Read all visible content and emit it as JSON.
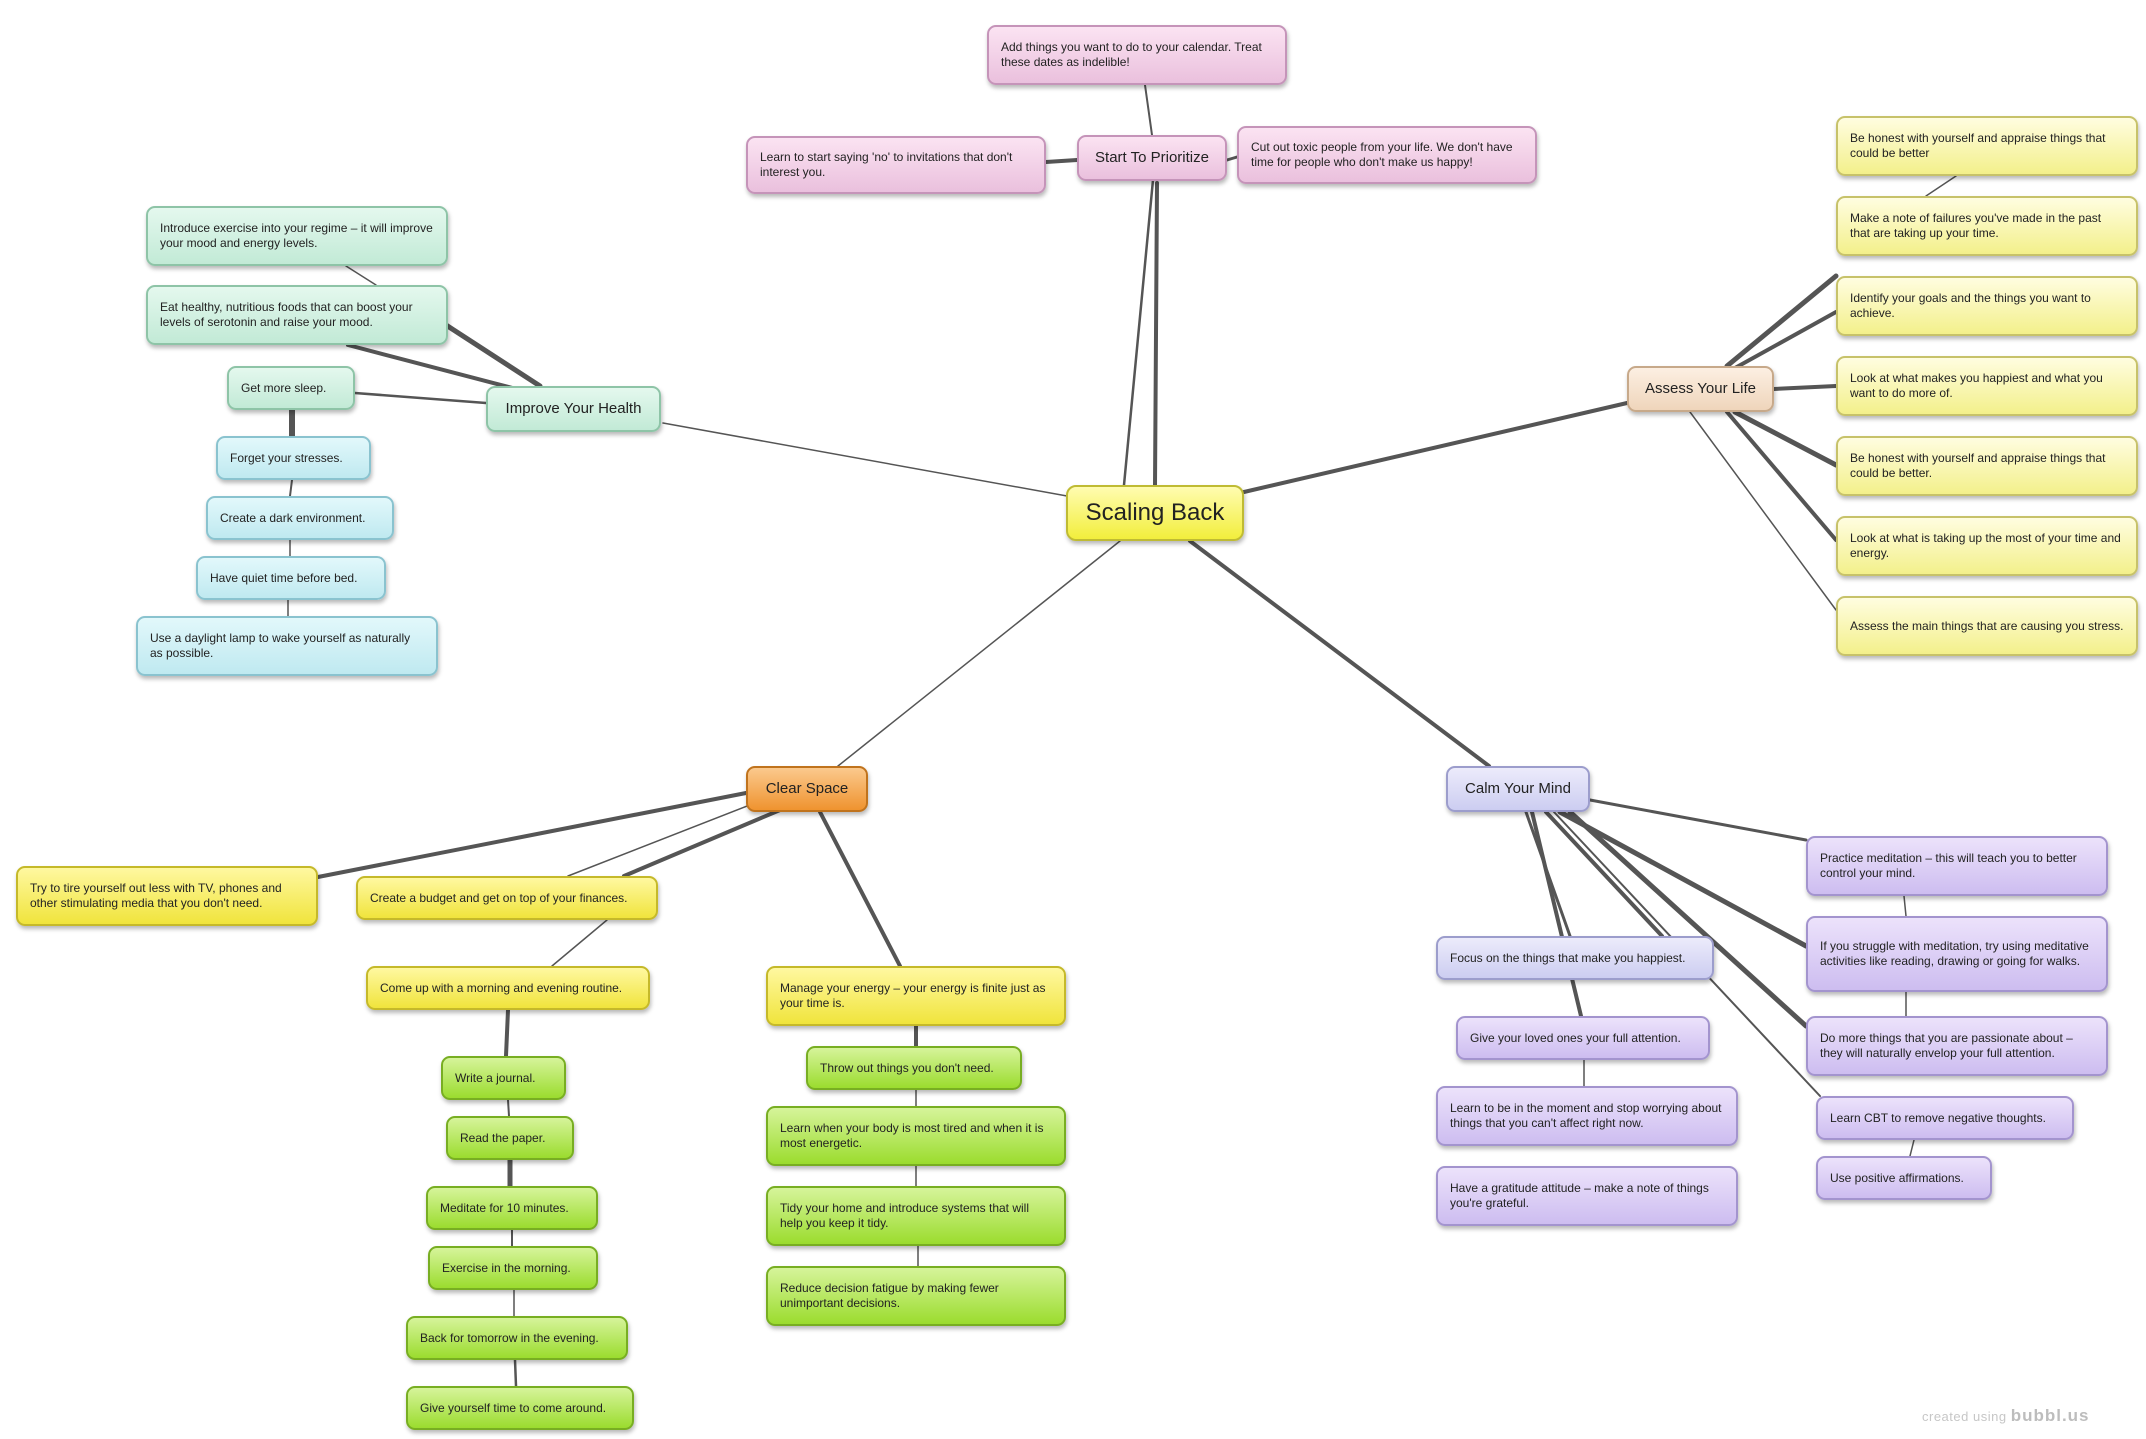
{
  "root": {
    "label": "Scaling Back"
  },
  "branches": {
    "prioritize": {
      "label": "Start To Prioritize"
    },
    "health": {
      "label": "Improve Your Health"
    },
    "assess": {
      "label": "Assess Your Life"
    },
    "clear": {
      "label": "Clear Space"
    },
    "calm": {
      "label": "Calm Your Mind"
    }
  },
  "prioritize_items": [
    "Add things you want to do to your calendar. Treat these dates as indelible!",
    "Learn to start saying 'no' to invitations that don't interest you.",
    "Cut out toxic people from your life. We don't have time for people who don't make us happy!"
  ],
  "health_items": [
    "Introduce exercise into your regime – it will improve your mood and energy levels.",
    "Eat healthy, nutritious foods that can boost your levels of serotonin and raise your mood.",
    "Get more sleep.",
    "Forget your stresses.",
    "Create a dark environment.",
    "Have quiet time before bed.",
    "Use a daylight lamp to wake yourself as naturally as possible."
  ],
  "assess_items": [
    "Be honest with yourself and appraise things that could be better",
    "Make a note of failures you've made in the past that are taking up your time.",
    "Identify your goals and the things you want to achieve.",
    "Look at what makes you happiest and what you want to do more of.",
    "Be honest with yourself and appraise things that could be better.",
    "Look at what is taking up the most of your time and energy.",
    "Assess the main things that are causing you stress."
  ],
  "clear_items": [
    "Try to tire yourself out less with TV, phones and other stimulating media that you don't need.",
    "Create a budget and get on top of your finances.",
    "Come up with a morning and evening routine.",
    "Write a journal.",
    "Read the paper.",
    "Meditate for 10 minutes.",
    "Exercise in the morning.",
    "Back for tomorrow in the evening.",
    "Give yourself time to come around.",
    "Manage your energy – your energy is finite just as your time is.",
    "Throw out things you don't need.",
    "Learn when your body is most tired and when it is most energetic.",
    "Tidy your home and introduce systems that will help you keep it tidy.",
    "Reduce decision fatigue by making fewer unimportant decisions."
  ],
  "calm_items": [
    "Focus on the things that make you happiest.",
    "Give your loved ones your full attention.",
    "Learn to be in the moment and stop worrying about things that you can't affect right now.",
    "Have a gratitude attitude – make a note of things you're grateful.",
    "Practice meditation – this will teach you to better control your mind.",
    "If you struggle with meditation, try using meditative activities like reading, drawing or going for walks.",
    "Do more things that you are passionate about – they will naturally envelop your full attention.",
    "Learn CBT to remove negative thoughts.",
    "Use positive affirmations."
  ],
  "watermark": {
    "prefix": "created using",
    "brand": "bubbl.us"
  }
}
